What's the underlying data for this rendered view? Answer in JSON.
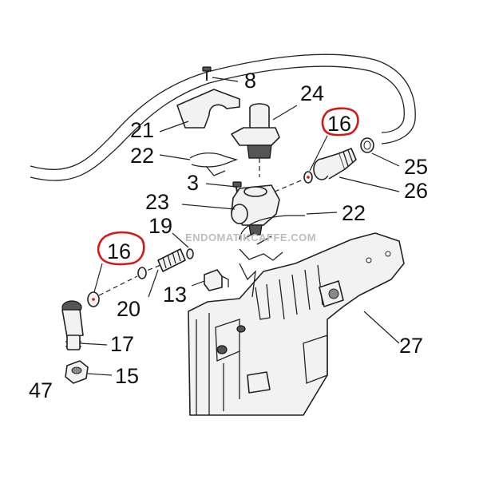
{
  "watermark": "ENDOMATIKCAFFE.COM",
  "highlight_color": "#d41818",
  "callouts": {
    "c8": "8",
    "c24": "24",
    "c16_top": "16",
    "c21": "21",
    "c22_top": "22",
    "c25": "25",
    "c26": "26",
    "c3": "3",
    "c23": "23",
    "c22_right": "22",
    "c19": "19",
    "c16_left": "16",
    "c20": "20",
    "c13": "13",
    "c17": "17",
    "c27": "27",
    "c15": "15",
    "c47": "47"
  }
}
